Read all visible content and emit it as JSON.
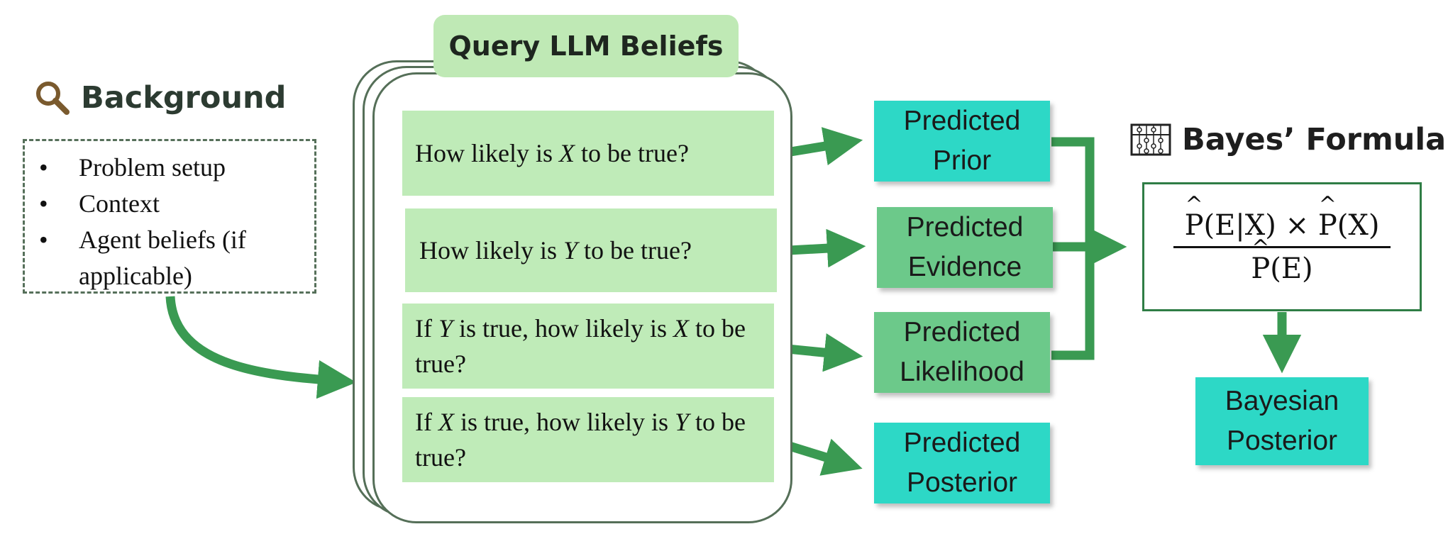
{
  "background": {
    "title": "Background",
    "icon": "magnifying-glass-icon",
    "items": [
      "Problem setup",
      "Context",
      "Agent beliefs (if applicable)"
    ]
  },
  "query": {
    "title": "Query LLM Beliefs",
    "questions": [
      {
        "pre": "How likely is ",
        "v1": "X",
        "mid": " to be true?",
        "v2": "",
        "post": ""
      },
      {
        "pre": "How likely is ",
        "v1": "Y",
        "mid": " to be true?",
        "v2": "",
        "post": ""
      },
      {
        "pre": "If ",
        "v1": "Y",
        "mid": " is true, how likely is ",
        "v2": "X",
        "post": " to be true?"
      },
      {
        "pre": "If ",
        "v1": "X",
        "mid": " is true, how likely is ",
        "v2": "Y",
        "post": " to be true?"
      }
    ]
  },
  "predicted": [
    {
      "label": "Predicted Prior"
    },
    {
      "label": "Predicted Evidence"
    },
    {
      "label": "Predicted Likelihood"
    },
    {
      "label": "Predicted Posterior"
    }
  ],
  "bayes": {
    "title": "Bayes’ Formula",
    "icon": "abacus-icon",
    "num_a": "P",
    "num_a_arg": "(E|X) × ",
    "num_b": "P",
    "num_b_arg": "(X)",
    "den": "P",
    "den_arg": "(E)",
    "result": "Bayesian Posterior"
  },
  "colors": {
    "arrow": "#3a9a52",
    "query_fill": "#bfebb8",
    "cyan": "#2dd8c6",
    "green": "#6cc98a"
  }
}
